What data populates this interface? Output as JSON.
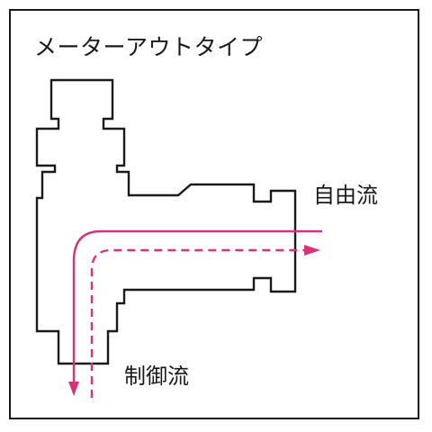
{
  "title": "メーターアウトタイプ",
  "labels": {
    "free_flow": "自由流",
    "controlled_flow": "制御流"
  },
  "colors": {
    "outline": "#1a1a1a",
    "flow": "#d6337a"
  }
}
